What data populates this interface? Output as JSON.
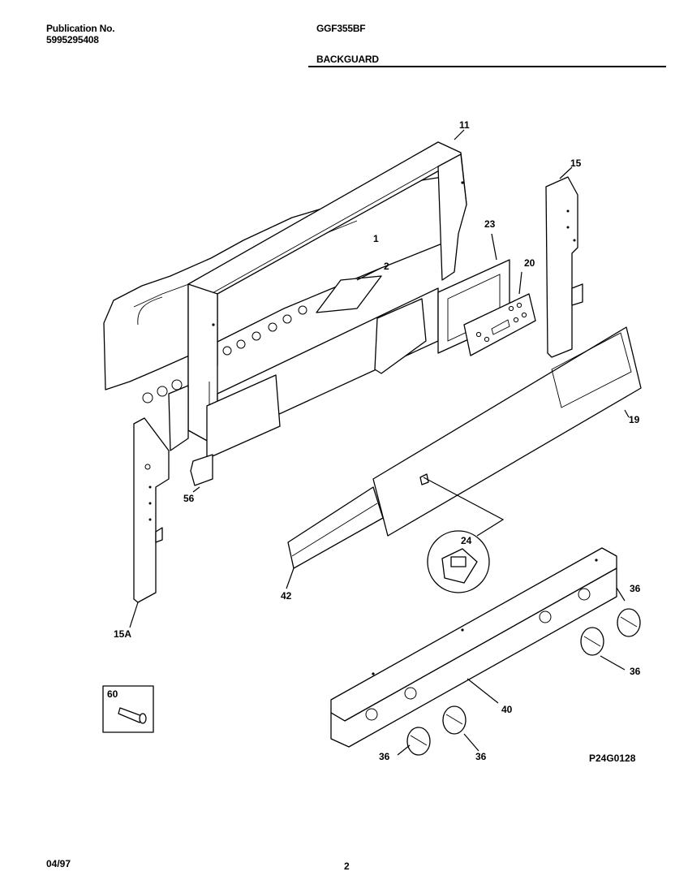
{
  "header": {
    "publication_label": "Publication No.",
    "publication_number": "5995295408",
    "model": "GGF355BF",
    "section": "BACKGUARD"
  },
  "callouts": {
    "p1": "1",
    "p2": "2",
    "p11": "11",
    "p15": "15",
    "p15a": "15A",
    "p19": "19",
    "p20": "20",
    "p23": "23",
    "p24": "24",
    "p36a": "36",
    "p36b": "36",
    "p36c": "36",
    "p36d": "36",
    "p40": "40",
    "p42": "42",
    "p56": "56",
    "p60": "60"
  },
  "figure_code": "P24G0128",
  "footer": {
    "date": "04/97",
    "page": "2"
  }
}
